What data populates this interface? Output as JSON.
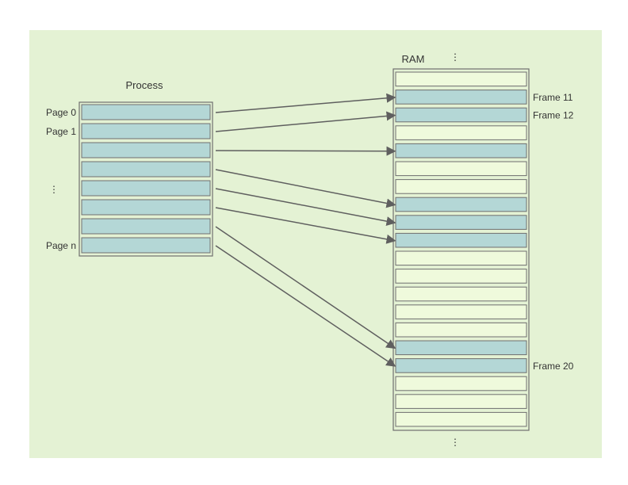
{
  "colors": {
    "background": "#e4f2d4",
    "page_fill": "#b4d7d6",
    "free_frame_fill": "#effadc",
    "border": "#6f6f6f",
    "arrow": "#5f5f5f",
    "text": "#333333"
  },
  "process": {
    "title": "Process",
    "page_count": 8,
    "labels": [
      {
        "text": "Page 0",
        "page_index": 0
      },
      {
        "text": "Page 1",
        "page_index": 1
      },
      {
        "text": "Page n",
        "page_index": 7
      }
    ],
    "ellipsis": "⋮"
  },
  "ram": {
    "title": "RAM",
    "frame_count": 20,
    "used_frames": [
      1,
      2,
      4,
      7,
      8,
      9,
      15,
      16
    ],
    "labels": [
      {
        "text": "Frame 11",
        "frame_index": 1
      },
      {
        "text": "Frame 12",
        "frame_index": 2
      },
      {
        "text": "Frame 20",
        "frame_index": 16
      }
    ],
    "continuation_top": "⋮",
    "continuation_bottom": "⋮"
  },
  "mappings": [
    {
      "page": 0,
      "frame": 1
    },
    {
      "page": 1,
      "frame": 2
    },
    {
      "page": 2,
      "frame": 4
    },
    {
      "page": 3,
      "frame": 7
    },
    {
      "page": 4,
      "frame": 8
    },
    {
      "page": 5,
      "frame": 9
    },
    {
      "page": 6,
      "frame": 15
    },
    {
      "page": 7,
      "frame": 16
    }
  ]
}
